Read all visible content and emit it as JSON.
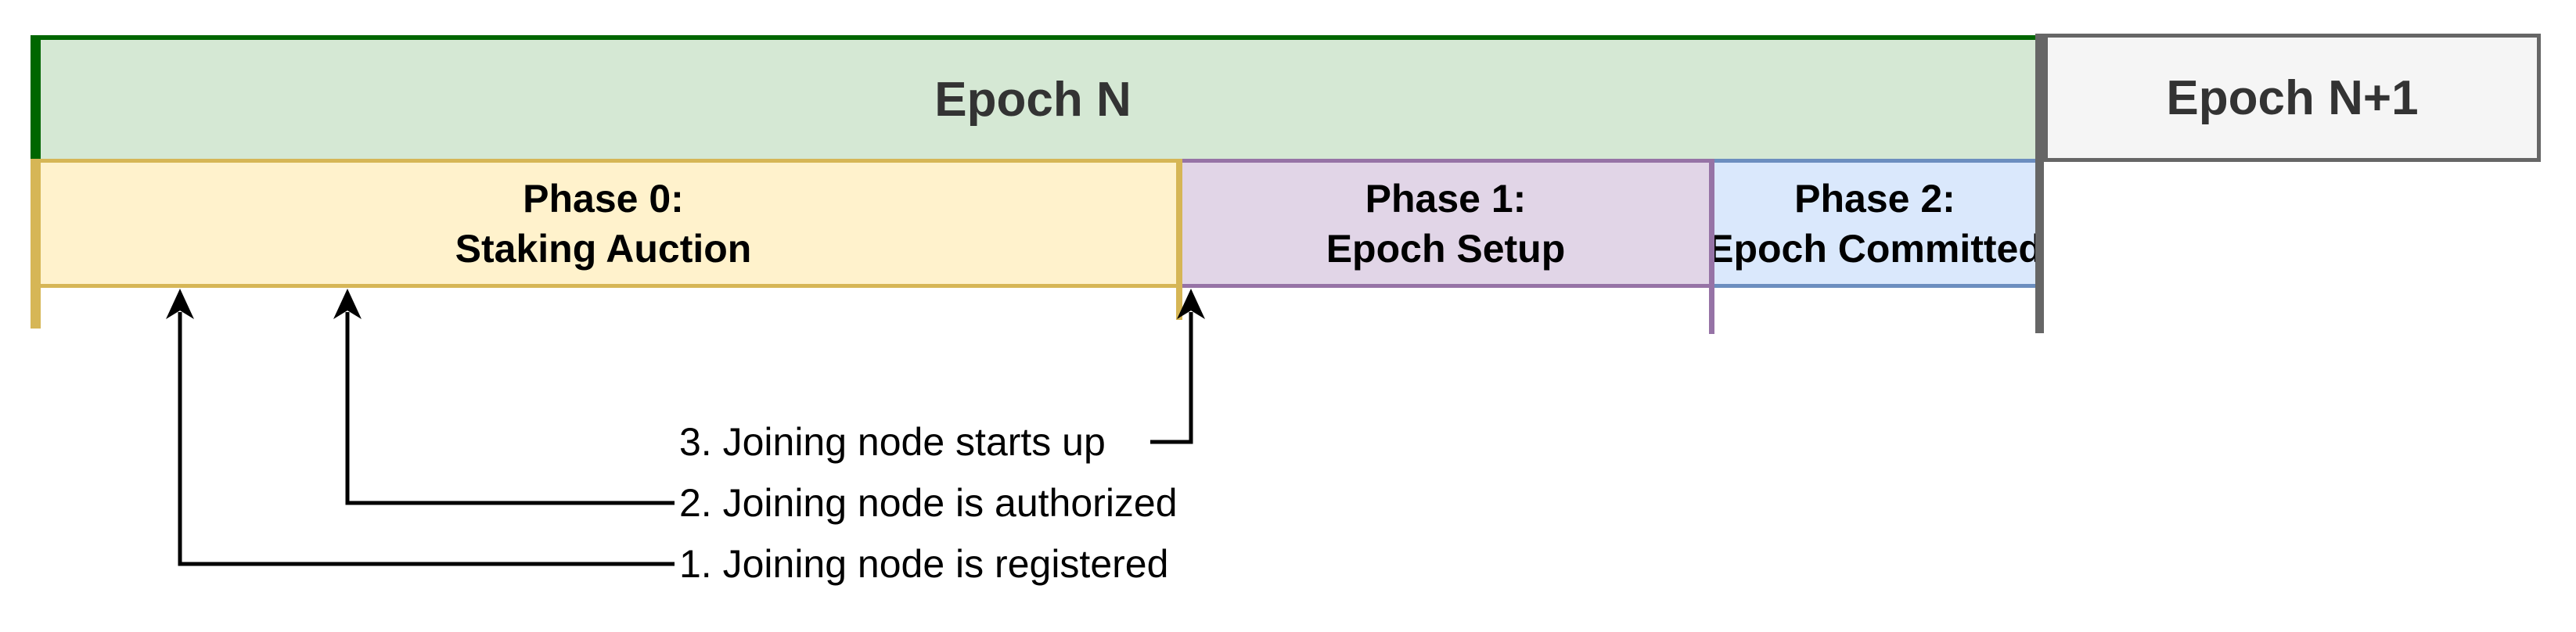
{
  "diagram": {
    "epochs": [
      {
        "label": "Epoch N"
      },
      {
        "label": "Epoch N+1"
      }
    ],
    "phases": [
      {
        "line1": "Phase 0:",
        "line2": "Staking Auction"
      },
      {
        "line1": "Phase 1:",
        "line2": "Epoch Setup"
      },
      {
        "line1": "Phase 2:",
        "line2": "Epoch Committed"
      }
    ],
    "annotations": [
      {
        "label": "1. Joining node is registered"
      },
      {
        "label": "2. Joining node is authorized"
      },
      {
        "label": "3. Joining node starts up"
      }
    ],
    "colors": {
      "epoch-n-fill": "#d5e8d4",
      "epoch-n-border": "#006600",
      "epoch-n1-fill": "#f5f5f5",
      "epoch-divider": "#666666",
      "phase0-fill": "#fff2cc",
      "phase0-border": "#d6b656",
      "phase1-fill": "#e1d5e7",
      "phase1-border": "#9673a6",
      "phase2-fill": "#dae8fc",
      "phase2-border": "#6c8ebf",
      "epoch-text": "#333333",
      "phase-text": "#000000",
      "annotation-text": "#000000",
      "arrow": "#000000"
    }
  }
}
